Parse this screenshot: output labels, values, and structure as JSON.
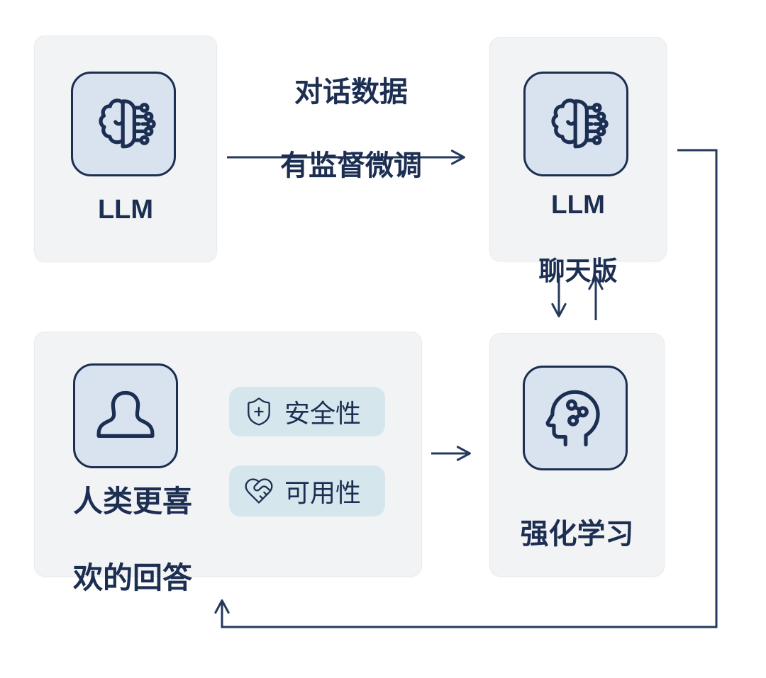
{
  "diagram": {
    "title": "LLM RLHF training flow",
    "colors": {
      "navy": "#1c2f52",
      "arrow": "#25395c",
      "card_background": "#f2f3f5",
      "card_border": "#e9eaec",
      "icon_box_background": "#d9e3ef",
      "badge_background": "#d5e6ed",
      "page_background": "#ffffff"
    },
    "nodes": {
      "llm": {
        "icon": "brain-circuit-icon",
        "label": "LLM"
      },
      "llm_chat": {
        "icon": "brain-circuit-icon",
        "label_line1": "LLM",
        "label_line2": "聊天版"
      },
      "human_pref": {
        "icon": "person-icon",
        "label_line1": "人类更喜",
        "label_line2": "欢的回答",
        "badges": [
          {
            "icon": "shield-plus-icon",
            "label": "安全性"
          },
          {
            "icon": "heart-handshake-icon",
            "label": "可用性"
          }
        ]
      },
      "rl": {
        "icon": "head-network-icon",
        "label": "强化学习"
      }
    },
    "edges": {
      "sft": {
        "from": "llm",
        "to": "llm_chat",
        "label_line1": "对话数据",
        "label_line2": "有监督微调"
      },
      "chat_to_rl": {
        "from": "llm_chat",
        "to": "rl"
      },
      "rl_to_chat": {
        "from": "rl",
        "to": "llm_chat"
      },
      "human_to_rl": {
        "from": "human_pref",
        "to": "rl"
      },
      "feedback_loop": {
        "from": "llm_chat",
        "to": "human_pref"
      }
    }
  }
}
